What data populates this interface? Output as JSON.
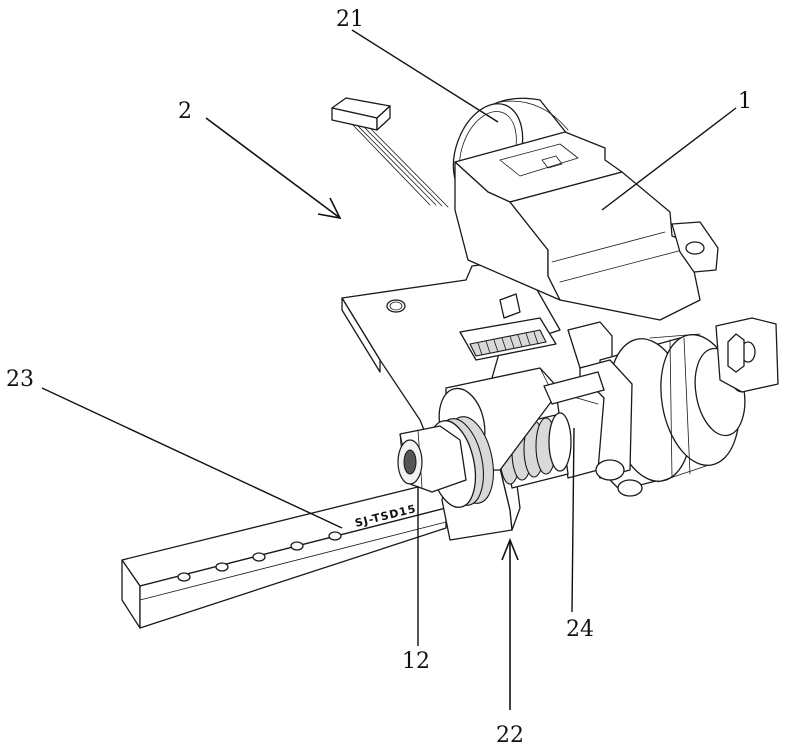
{
  "figure": {
    "labels": {
      "l1": "1",
      "l2": "2",
      "l12": "12",
      "l21": "21",
      "l22": "22",
      "l23": "23",
      "l24": "24"
    },
    "stamp_text": "SJ-TSD15"
  }
}
